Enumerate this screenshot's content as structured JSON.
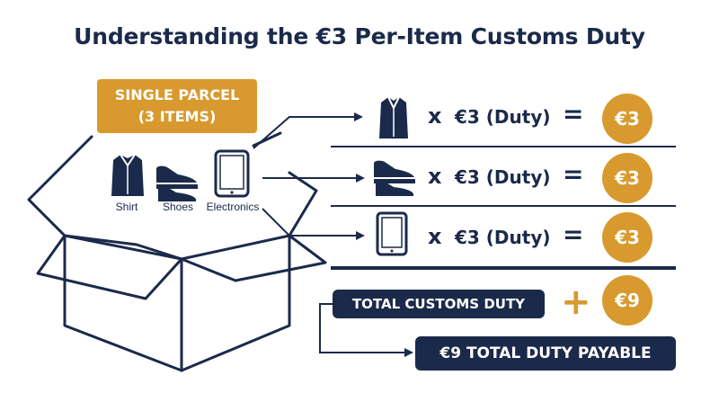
{
  "title": "Understanding the €3 Per-Item Customs Duty",
  "parcel": {
    "line1": "SINGLE PARCEL",
    "line2": "(3 ITEMS)"
  },
  "items": [
    {
      "label": "Shirt",
      "icon": "shirt-icon"
    },
    {
      "label": "Shoes",
      "icon": "shoes-icon"
    },
    {
      "label": "Electronics",
      "icon": "tablet-icon"
    }
  ],
  "rows": [
    {
      "icon": "shirt-icon",
      "multiply": "x",
      "duty": "€3 (Duty)",
      "equals": "=",
      "result": "€3"
    },
    {
      "icon": "shoes-icon",
      "multiply": "x",
      "duty": "€3 (Duty)",
      "equals": "=",
      "result": "€3"
    },
    {
      "icon": "tablet-icon",
      "multiply": "x",
      "duty": "€3 (Duty)",
      "equals": "=",
      "result": "€3"
    }
  ],
  "total": {
    "label": "TOTAL CUSTOMS DUTY",
    "plus": "+",
    "value": "€9",
    "payable": "€9 TOTAL DUTY PAYABLE"
  },
  "colors": {
    "navy": "#1b2a4a",
    "gold": "#d89a2e"
  }
}
